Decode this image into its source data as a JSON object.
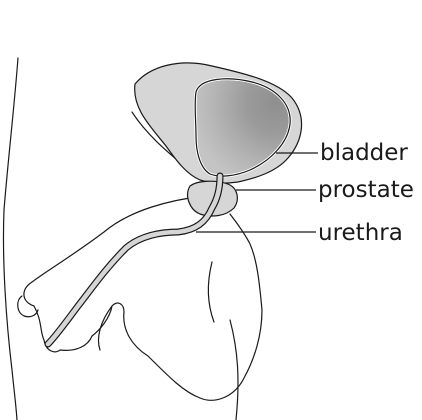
{
  "labels": {
    "bladder": "bladder",
    "prostate": "prostate",
    "urethra": "urethra"
  },
  "colors": {
    "line": "#1a1a1a",
    "organ_fill": "#d6d6d6",
    "organ_inner": "#a8a8a8",
    "background": "#ffffff"
  }
}
